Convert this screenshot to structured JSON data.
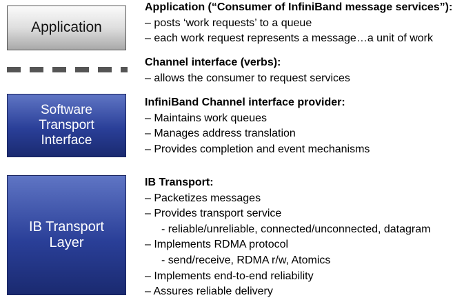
{
  "layers": {
    "application": {
      "lines": [
        "Application"
      ]
    },
    "software_transport": {
      "lines": [
        "Software",
        "Transport",
        "Interface"
      ]
    },
    "ib_transport": {
      "lines": [
        "IB Transport",
        "Layer"
      ]
    }
  },
  "descriptions": {
    "application": {
      "heading": "Application (“Consumer of InfiniBand message services”):",
      "items": [
        "– posts ‘work requests’ to a queue",
        "– each work request represents a message…a unit of work"
      ]
    },
    "channel_interface": {
      "heading": "Channel interface (verbs):",
      "items": [
        "– allows the consumer to request services"
      ]
    },
    "provider": {
      "heading": "InfiniBand Channel interface provider:",
      "items": [
        "– Maintains work queues",
        "– Manages address translation",
        "– Provides completion and event mechanisms"
      ]
    },
    "ib_transport": {
      "heading": "IB Transport:",
      "items": [
        "– Packetizes messages",
        "– Provides transport service",
        "- reliable/unreliable, connected/unconnected, datagram",
        "– Implements RDMA protocol",
        "- send/receive, RDMA r/w, Atomics",
        "– Implements end-to-end reliability",
        "– Assures reliable delivery"
      ]
    }
  },
  "colors": {
    "box_blue_top": "#5f75c4",
    "box_blue_bottom": "#1a2a70",
    "box_gray_top": "#fbfbfb",
    "box_gray_bottom": "#a9a9a9",
    "divider": "#555555"
  }
}
